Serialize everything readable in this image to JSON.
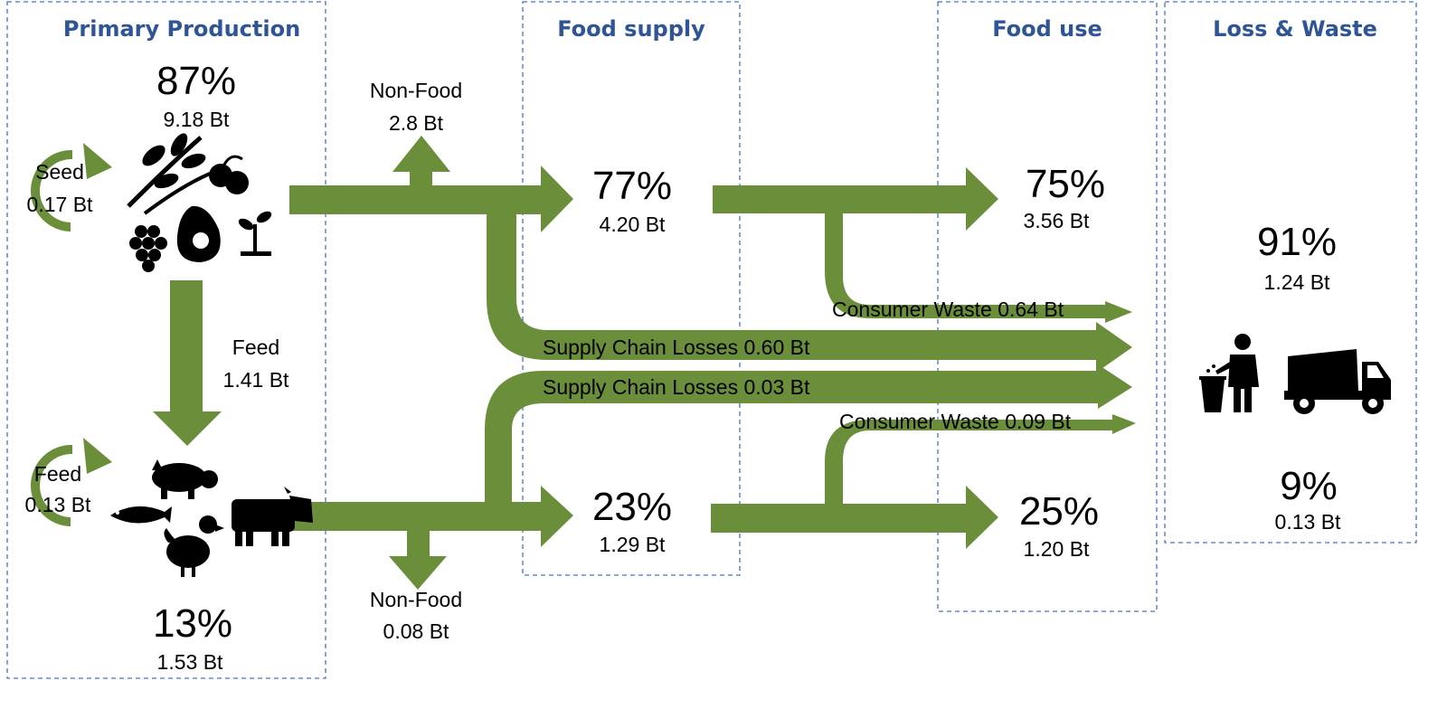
{
  "sections": {
    "primary_production": "Primary Production",
    "food_supply": "Food supply",
    "food_use": "Food use",
    "loss_waste": "Loss & Waste"
  },
  "primary": {
    "plant": {
      "percent": "87%",
      "amount": "9.18 Bt"
    },
    "animal": {
      "percent": "13%",
      "amount": "1.53 Bt"
    },
    "seed_label": "Seed",
    "seed_amount": "0.17 Bt",
    "feed_loop_label": "Feed",
    "feed_loop_amount": "0.13 Bt",
    "feed_label": "Feed",
    "feed_amount": "1.41 Bt"
  },
  "non_food_top": {
    "label": "Non-Food",
    "amount": "2.8 Bt"
  },
  "non_food_bottom": {
    "label": "Non-Food",
    "amount": "0.08 Bt"
  },
  "food_supply": {
    "plant": {
      "percent": "77%",
      "amount": "4.20 Bt"
    },
    "animal": {
      "percent": "23%",
      "amount": "1.29 Bt"
    }
  },
  "food_use": {
    "plant": {
      "percent": "75%",
      "amount": "3.56 Bt"
    },
    "animal": {
      "percent": "25%",
      "amount": "1.20 Bt"
    }
  },
  "flows": {
    "consumer_waste_top": "Consumer Waste 0.64 Bt",
    "supply_chain_top": "Supply Chain Losses 0.60 Bt",
    "supply_chain_bottom": "Supply Chain Losses 0.03 Bt",
    "consumer_waste_bottom": "Consumer Waste 0.09 Bt"
  },
  "loss_waste": {
    "plant": {
      "percent": "91%",
      "amount": "1.24 Bt"
    },
    "animal": {
      "percent": "9%",
      "amount": "0.13 Bt"
    }
  },
  "colors": {
    "flow": "#6b8e3a",
    "header": "#2f5597",
    "box_border": "#4472c4"
  },
  "icons": [
    "plant-foods-icon",
    "livestock-icon",
    "person-trash-icon",
    "dump-truck-icon"
  ]
}
